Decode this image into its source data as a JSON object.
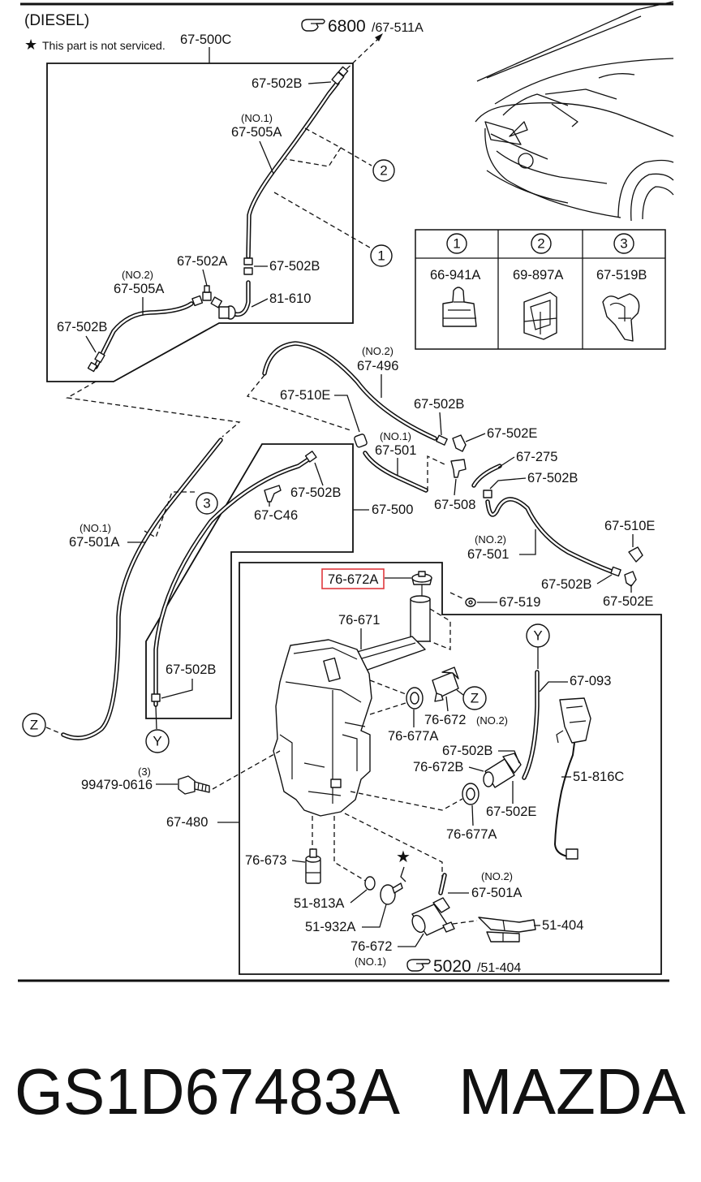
{
  "header": {
    "variant": "(DIESEL)",
    "star": "★",
    "note": "This part is not serviced."
  },
  "refs": [
    {
      "main": "6800",
      "sub": "/67-511A"
    },
    {
      "main": "5020",
      "sub": "/51-404"
    }
  ],
  "markers": {
    "one": "1",
    "two": "2",
    "three": "3",
    "y": "Y",
    "z": "Z"
  },
  "clip_table": {
    "columns": [
      {
        "marker": "1",
        "part": "66-941A"
      },
      {
        "marker": "2",
        "part": "69-897A"
      },
      {
        "marker": "3",
        "part": "67-519B"
      }
    ]
  },
  "callouts": [
    {
      "part": "67-500C"
    },
    {
      "part": "67-502B"
    },
    {
      "qualifier": "(NO.1)",
      "part": "67-505A"
    },
    {
      "part": "67-502A"
    },
    {
      "part": "67-502B"
    },
    {
      "qualifier": "(NO.2)",
      "part": "67-505A"
    },
    {
      "part": "81-610"
    },
    {
      "part": "67-502B"
    },
    {
      "qualifier": "(NO.2)",
      "part": "67-496"
    },
    {
      "part": "67-510E"
    },
    {
      "part": "67-502B"
    },
    {
      "qualifier": "(NO.1)",
      "part": "67-501"
    },
    {
      "part": "67-502E"
    },
    {
      "part": "67-275"
    },
    {
      "part": "67-502B"
    },
    {
      "part": "67-502B"
    },
    {
      "part": "67-C46"
    },
    {
      "part": "67-508"
    },
    {
      "part": "67-500"
    },
    {
      "qualifier": "(NO.1)",
      "part": "67-501A"
    },
    {
      "part": "67-510E"
    },
    {
      "qualifier": "(NO.2)",
      "part": "67-501"
    },
    {
      "part": "76-672A"
    },
    {
      "part": "67-502B"
    },
    {
      "part": "67-519"
    },
    {
      "part": "67-502E"
    },
    {
      "part": "76-671"
    },
    {
      "part": "67-093"
    },
    {
      "part": "67-502B"
    },
    {
      "part": "76-672",
      "qualifier": "(NO.2)"
    },
    {
      "part": "76-677A"
    },
    {
      "part": "67-502B"
    },
    {
      "part": "76-672B"
    },
    {
      "qualifier": "(3)",
      "part": "99479-0616"
    },
    {
      "part": "51-816C"
    },
    {
      "part": "67-502E"
    },
    {
      "part": "67-480"
    },
    {
      "part": "76-677A"
    },
    {
      "part": "76-673"
    },
    {
      "qualifier": "(NO.2)",
      "part": "67-501A"
    },
    {
      "part": "51-813A"
    },
    {
      "part": "51-932A"
    },
    {
      "part": "51-404"
    },
    {
      "part": "76-672",
      "qualifier": "(NO.1)"
    }
  ],
  "highlight_color": "#e0393e",
  "footer": {
    "part_number": "GS1D67483A",
    "brand": "MAZDA"
  }
}
